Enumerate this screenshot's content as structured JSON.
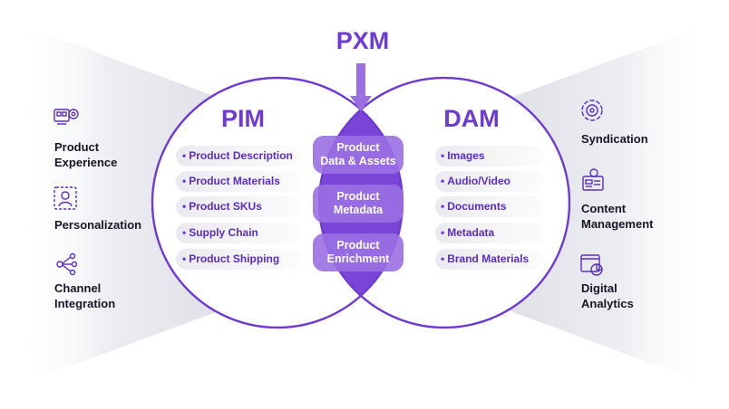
{
  "pxm": {
    "title": "PXM"
  },
  "pim": {
    "title": "PIM",
    "items": [
      "Product Description",
      "Product Materials",
      "Product SKUs",
      "Supply Chain",
      "Product Shipping"
    ]
  },
  "dam": {
    "title": "DAM",
    "items": [
      "Images",
      "Audio/Video",
      "Documents",
      "Metadata",
      "Brand Materials"
    ]
  },
  "intersection": {
    "items": [
      "Product\nData & Assets",
      "Product\nMetadata",
      "Product\nEnrichment"
    ]
  },
  "left_features": [
    {
      "label": "Product\nExperience",
      "icon": "product-experience-icon"
    },
    {
      "label": "Personalization",
      "icon": "personalization-icon"
    },
    {
      "label": "Channel\nIntegration",
      "icon": "channel-integration-icon"
    }
  ],
  "right_features": [
    {
      "label": "Syndication",
      "icon": "syndication-icon"
    },
    {
      "label": "Content\nManagement",
      "icon": "content-management-icon"
    },
    {
      "label": "Digital\nAnalytics",
      "icon": "digital-analytics-icon"
    }
  ],
  "colors": {
    "purple": "#6f3ad3",
    "purple_dark": "#5a2dc0",
    "lens": "#7a45d6",
    "lens_pill": "#9a6fe2",
    "pill_bg": "#eeeef2",
    "ribbon": "#e6e7ec"
  }
}
